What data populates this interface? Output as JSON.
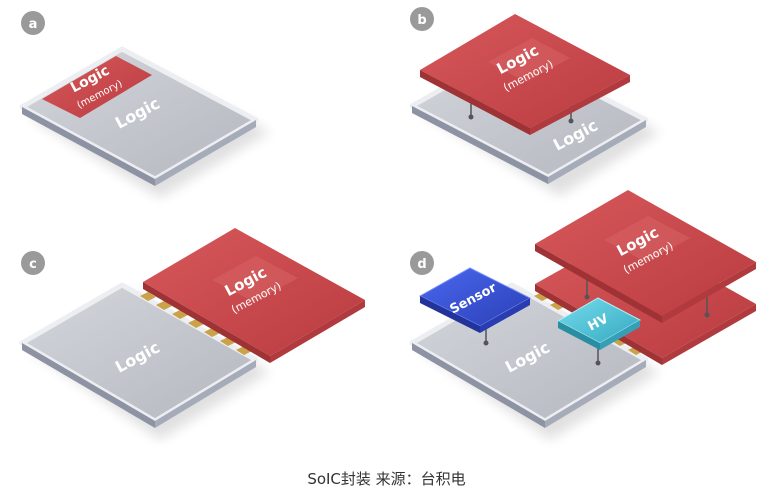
{
  "panels": {
    "a": {
      "badge": "a",
      "top_die": "Logic",
      "top_die_sub": "(memory)",
      "base_die": "Logic"
    },
    "b": {
      "badge": "b",
      "top_die": "Logic",
      "top_die_sub": "(memory)",
      "base_die": "Logic"
    },
    "c": {
      "badge": "c",
      "top_die": "Logic",
      "top_die_sub": "(memory)",
      "base_die": "Logic"
    },
    "d": {
      "badge": "d",
      "top_die": "Logic",
      "top_die_sub": "(memory)",
      "base_die": "Logic",
      "sensor_die": "Sensor",
      "hv_die": "HV"
    }
  },
  "caption": "SoIC封装 来源：台积电",
  "colors": {
    "logic_red": "#c9474a",
    "base_gray": "#c3c6cc",
    "sensor_blue": "#3a56d6",
    "hv_cyan": "#4fc3d6",
    "badge_gray": "#9a9a9a",
    "bump_gold": "#c9a24a"
  }
}
